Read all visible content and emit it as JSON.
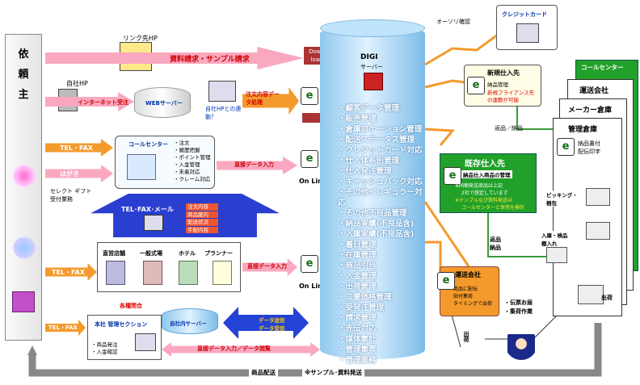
{
  "requester": {
    "chars": [
      "依",
      "頼",
      "主"
    ]
  },
  "link_hp": "リンク先HP",
  "company_hp": "自社HP",
  "arrow_request": "資料請求・サンプル請求",
  "arrow_internet": "インターネット受注",
  "web_server": "WEBサーバー",
  "hp_link_question": "自社HPとの連動？",
  "order_content": "注文内容データ処理",
  "download": "Down load",
  "tel_fax_1": "TEL・FAX",
  "postcard": "はがき",
  "select_gift": "セレクト ギフト 受付業務",
  "call_center": {
    "title": "コールセンター",
    "items": [
      "・注文",
      "・履歴把握",
      "・ポイント管理",
      "・入金管理",
      "・未着対応",
      "・クレーム対応"
    ]
  },
  "direct_input_1": "直接データ入力",
  "online_1": "On Line",
  "tel_fax_mail": "TEL･FAX･メール",
  "order_boxes": [
    "注文内容",
    "商品案内",
    "配送状況",
    "手配内容"
  ],
  "tel_fax_2": "TEL・FAX",
  "customers": {
    "items": [
      "直営店舗",
      "一般式場",
      "ホテル",
      "プランナー"
    ]
  },
  "direct_input_2": "直接データ入力",
  "online_2": "On Line",
  "various_meetings": "各種問合",
  "tel_fax_3": "TEL・FAX",
  "hq": {
    "title": "本社 管理セクション",
    "items": [
      "・商品発注",
      "・入金確認"
    ]
  },
  "own_server": "自社内サーバー",
  "data_transfer": [
    "データ送信",
    "データ受信"
  ],
  "direct_input_3": "直接データ入力／データ閲覧",
  "digi": {
    "line1": "DIGI",
    "line2": "サーバー"
  },
  "digi_functions": [
    "・顧客データ管理",
    "・販売管理",
    "・倉庫ロケーション管理",
    "・配送ステータス管理",
    "・クレジットカード対応",
    "・仕入体系別管理",
    "・仕入発注管理",
    "・キャッシュバック対応",
    "・その他イレギュラー対応",
    "・その他不良品管理",
    "・納品実績(不良品含)",
    "・入庫実績(不良品含)",
    "・着日管理",
    "・在庫管理",
    "・商品引当",
    "・入金管理",
    "・出荷管理",
    "・二重価格管理",
    "・受発注管理",
    "・請求管理",
    "・赤伝対応",
    "・媒体集計",
    "・管理集票",
    "・管理業務"
  ],
  "order_confirm": "オーソリ確認",
  "credit_card": "クレジットカード",
  "new_supplier": {
    "title": "新規仕入先",
    "items": [
      "納品管理",
      "新規プライアンス先",
      "の連動が可能"
    ]
  },
  "stock_delivery": "返品／納品",
  "existing_supplier": {
    "title": "既存仕入先",
    "subtitle": "納品仕入商品の管理",
    "notes": [
      "※同梱発送商品は上記",
      "2社で想定しています",
      "※テンプルなび資料発送は",
      "コールセンターと併用を検討"
    ]
  },
  "return_delivery": [
    "返品",
    "納品"
  ],
  "shipping_co": {
    "title": "運送会社",
    "items": [
      "商品に配伝",
      "貼付集荷",
      "タイミングで出荷"
    ]
  },
  "collection": [
    "・伝票お届",
    "・集荷作業"
  ],
  "shipment_1": "出荷",
  "shipment_2": "出荷",
  "stack": {
    "layers": [
      "コールセンター",
      "運送会社",
      "メーカー倉庫",
      "管理倉庫"
    ],
    "items": [
      "納品書付",
      "配伝印字"
    ]
  },
  "picking": "ピッキング・梱包",
  "receiving": "入庫・検品 棚入れ",
  "shipment_3": "出荷",
  "bottom": {
    "delivery": "商品配送",
    "sample": "※サンプル･資料発送"
  }
}
